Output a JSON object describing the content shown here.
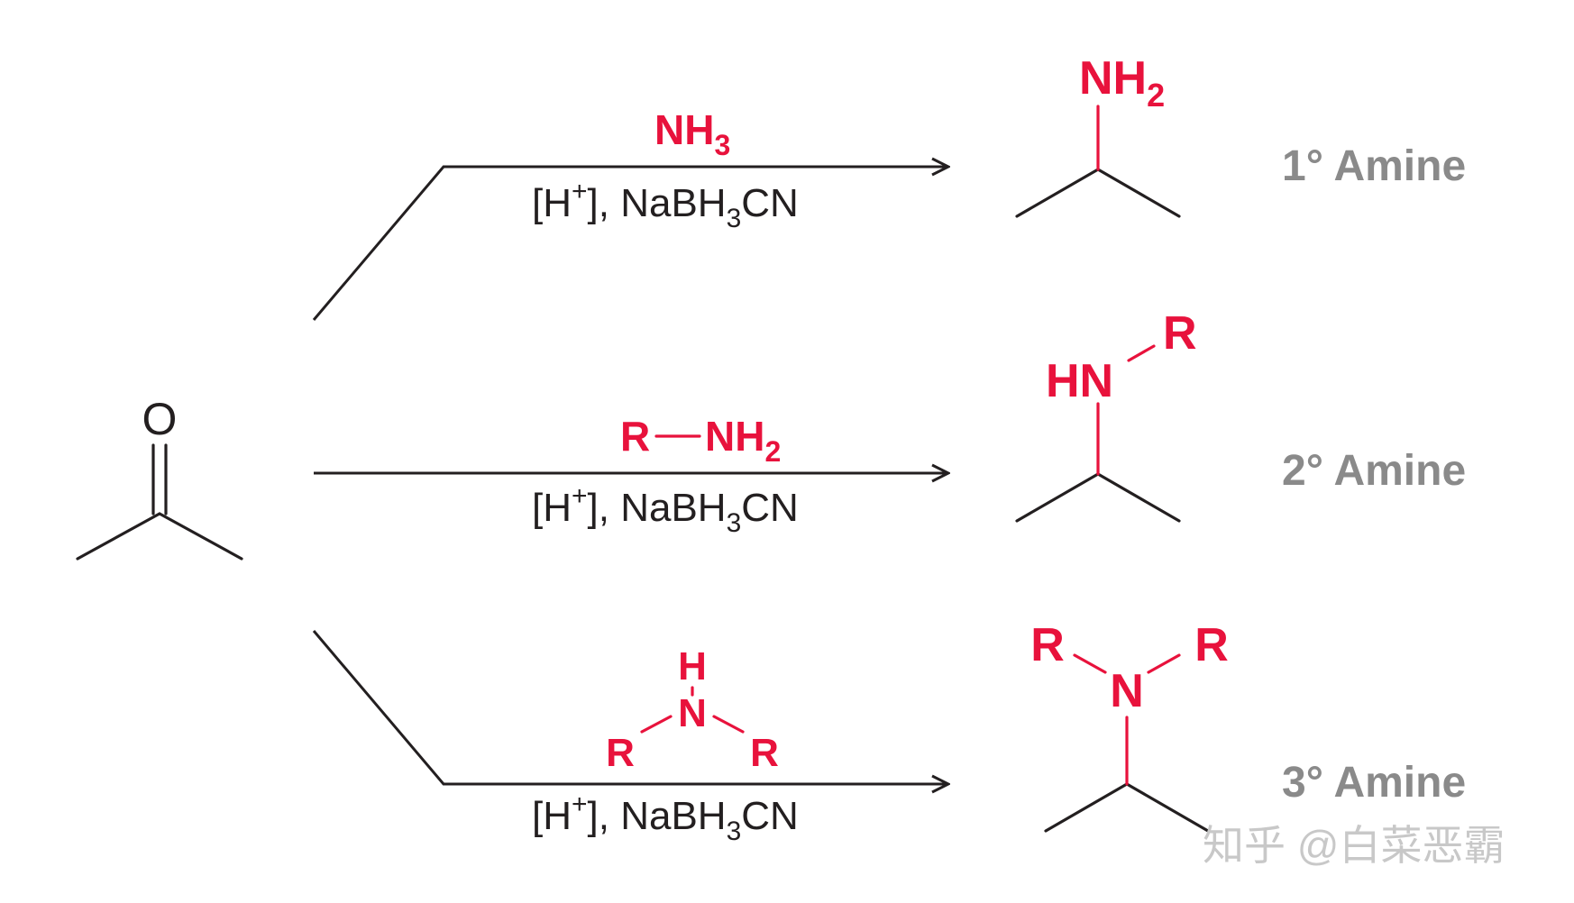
{
  "colors": {
    "bond": "#231f20",
    "reagent": "#e8123c",
    "label": "#8a8a8a",
    "watermark": "#c8c8c8"
  },
  "reactant": {
    "atom": "O"
  },
  "reactions": [
    {
      "reagent": {
        "main": "NH",
        "sub": "3"
      },
      "conditions": {
        "open": "[H",
        "sup": "+",
        "close": "], NaBH",
        "sub": "3",
        "end": "CN"
      },
      "product": {
        "n_main": "NH",
        "n_sub": "2"
      },
      "label": "1° Amine"
    },
    {
      "reagent": {
        "r": "R",
        "main": "NH",
        "sub": "2"
      },
      "conditions": {
        "open": "[H",
        "sup": "+",
        "close": "], NaBH",
        "sub": "3",
        "end": "CN"
      },
      "product": {
        "n": "HN",
        "r": "R"
      },
      "label": "2° Amine"
    },
    {
      "reagent": {
        "h": "H",
        "n": "N",
        "r_left": "R",
        "r_right": "R"
      },
      "conditions": {
        "open": "[H",
        "sup": "+",
        "close": "], NaBH",
        "sub": "3",
        "end": "CN"
      },
      "product": {
        "n": "N",
        "r_left": "R",
        "r_right": "R"
      },
      "label": "3° Amine"
    }
  ],
  "watermark": "知乎 @白菜恶霸"
}
